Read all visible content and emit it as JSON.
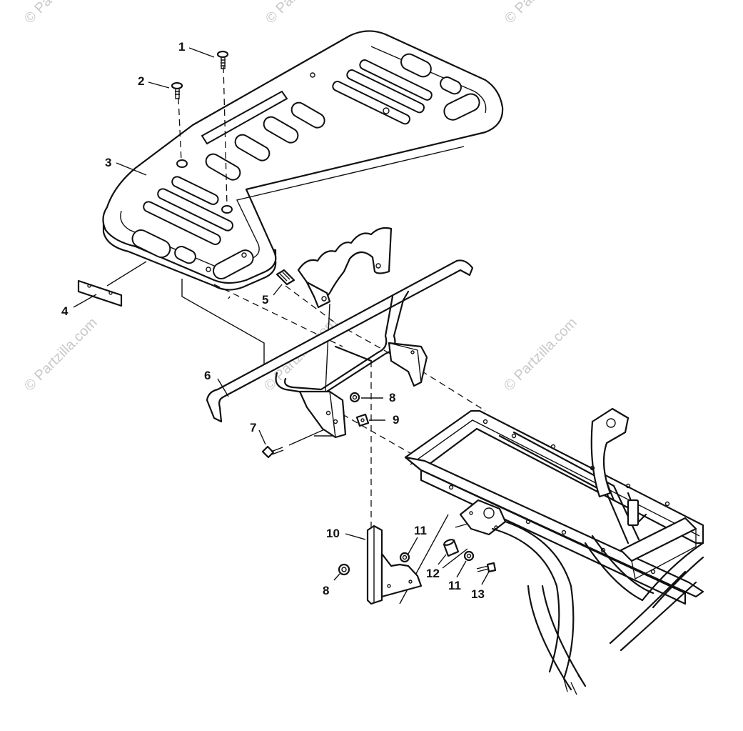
{
  "watermark": {
    "text": "© Partzilla.com",
    "corner_text": "© Pa"
  },
  "callouts": {
    "c1": "1",
    "c2": "2",
    "c3": "3",
    "c4": "4",
    "c5": "5",
    "c6": "6",
    "c7": "7",
    "c8a": "8",
    "c9": "9",
    "c10": "10",
    "c11a": "11",
    "c8b": "8",
    "c12": "12",
    "c11b": "11",
    "c13": "13"
  }
}
